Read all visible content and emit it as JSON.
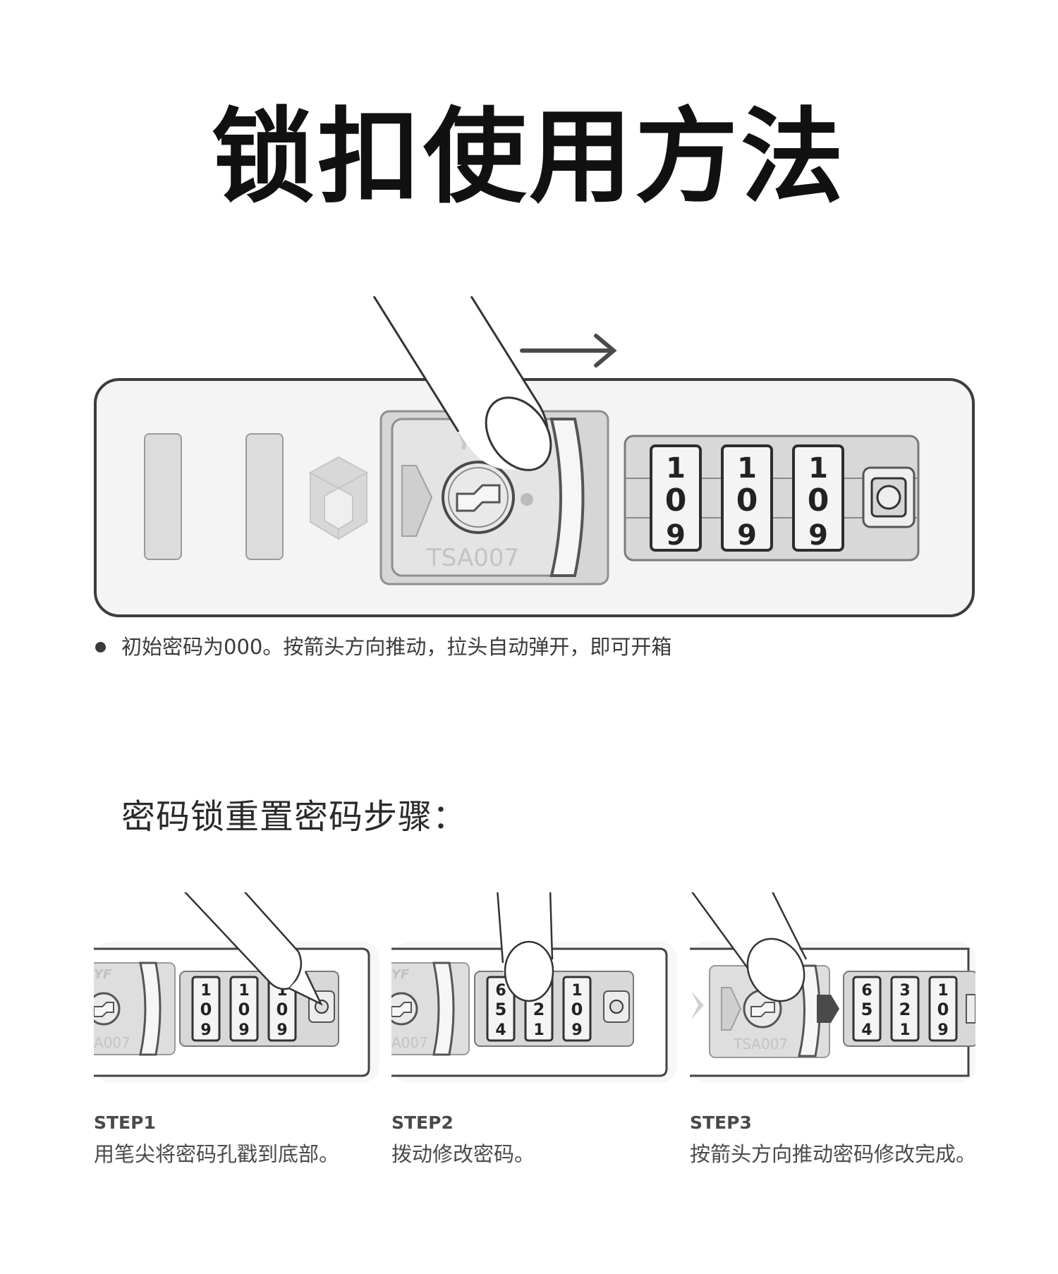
{
  "title": "锁扣使用方法",
  "main": {
    "lock_brand": "YF",
    "lock_model": "TSA007",
    "dial_digits": [
      "1",
      "0",
      "9"
    ],
    "note": "初始密码为000。按箭头方向推动，拉头自动弹开，即可开箱"
  },
  "reset": {
    "heading": "密码锁重置密码步骤：",
    "steps": [
      {
        "label": "STEP1",
        "text": "用笔尖将密码孔戳到底部。",
        "brand": "YF",
        "model": "A007",
        "dials": [
          [
            "1",
            "0",
            "9"
          ],
          [
            "1",
            "0",
            "9"
          ],
          [
            "1",
            "0",
            "9"
          ]
        ]
      },
      {
        "label": "STEP2",
        "text": "拨动修改密码。",
        "brand": "YF",
        "model": "A007",
        "dials": [
          [
            "6",
            "5",
            "4"
          ],
          [
            "3",
            "2",
            "1"
          ],
          [
            "1",
            "0",
            "9"
          ]
        ]
      },
      {
        "label": "STEP3",
        "text": "按箭头方向推动密码修改完成。",
        "model": "TSA007",
        "dials": [
          [
            "6",
            "5",
            "4"
          ],
          [
            "3",
            "2",
            "1"
          ],
          [
            "1",
            "0",
            "9"
          ]
        ]
      }
    ]
  },
  "colors": {
    "outline": "#3c3c3c",
    "panel": "#f3f3f3",
    "recess": "#d9d9d9",
    "dark_arrow": "#4a4a4a"
  }
}
